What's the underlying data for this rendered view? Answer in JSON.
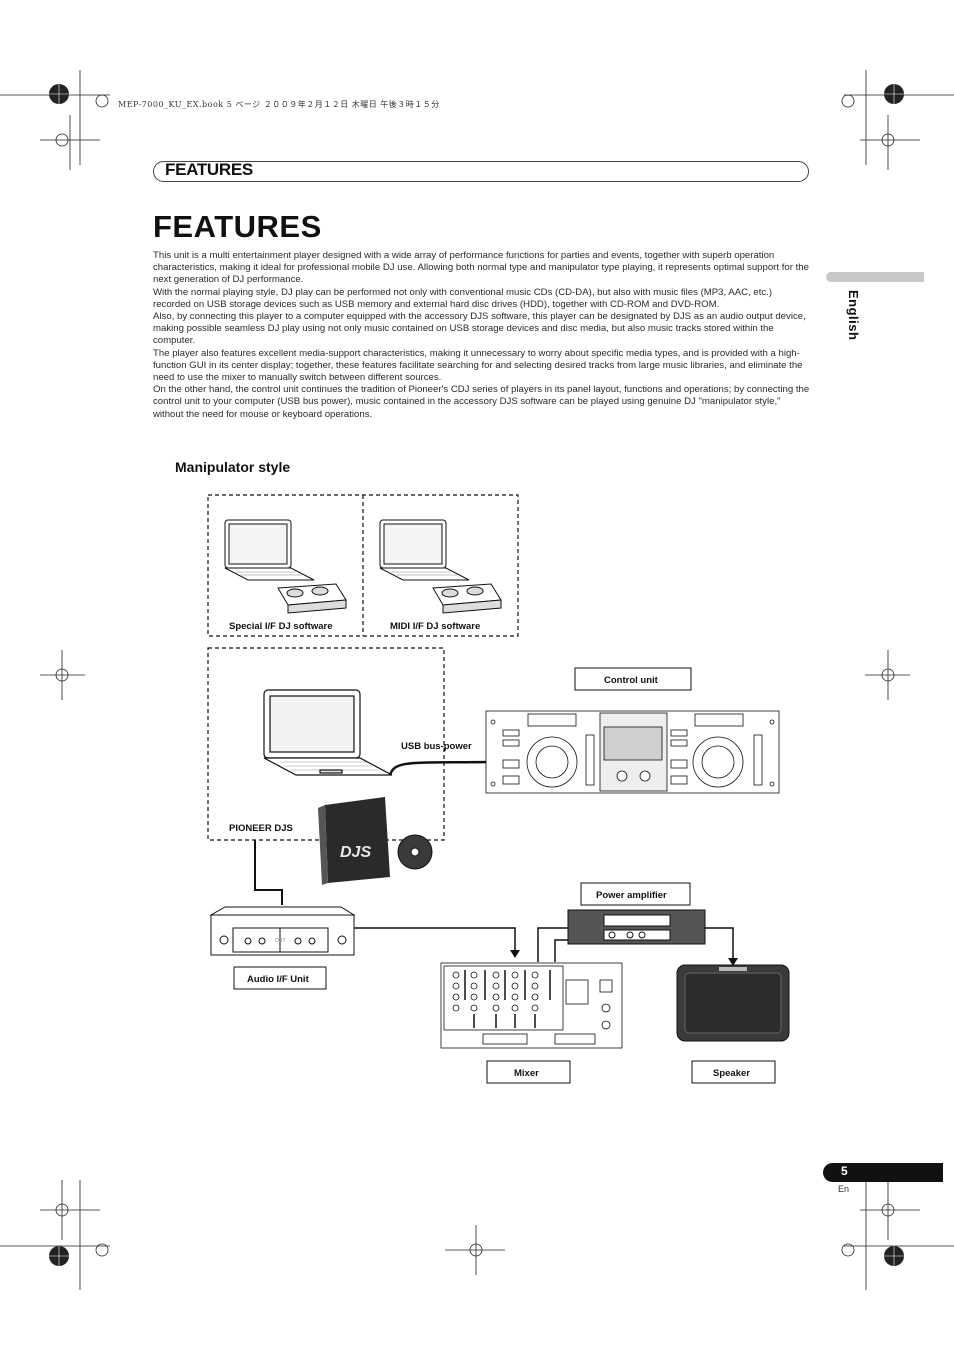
{
  "print_meta": "MEP-7000_KU_EX.book  5 ページ  ２００９年２月１２日  木曜日  午後３時１５分",
  "header": {
    "section_label": "FEATURES"
  },
  "page_title": "FEATURES",
  "paragraphs": [
    "This unit is a multi entertainment player designed with a wide array of performance functions for parties and events, together with superb operation characteristics, making it ideal for professional mobile DJ use. Allowing both normal type and manipulator type playing, it represents optimal support for the next generation of DJ performance.",
    "With the normal playing style, DJ play can be performed not only with conventional music CDs (CD-DA), but also with music files (MP3, AAC, etc.) recorded on USB storage devices such as USB memory and external hard disc drives (HDD), together with CD-ROM and DVD-ROM.",
    "Also, by connecting this player to a computer equipped with the accessory DJS software, this player can be designated by DJS as an audio output device, making possible seamless DJ play using not only music contained on USB storage devices and disc media, but also music tracks stored within the computer.",
    "The player also features excellent media-support characteristics, making it unnecessary to worry about specific media types, and is provided with a high-function GUI in its center display; together, these features facilitate searching for and selecting desired tracks from large music libraries, and eliminate the need to use the mixer to manually switch between different sources.",
    "On the other hand, the control unit continues the tradition of Pioneer's CDJ series of players in its panel layout, functions and operations; by connecting the control unit to your computer (USB bus power), music contained in the accessory DJS software can be played using genuine DJ \"manipulator style,\" without the need for mouse or keyboard operations."
  ],
  "subheading": "Manipulator style",
  "diagram": {
    "special_if": "Special I/F DJ software",
    "midi_if": "MIDI I/F DJ software",
    "control_unit": "Control unit",
    "usb_bus_power": "USB bus-power",
    "pioneer_djs": "PIONEER DJS",
    "power_amplifier": "Power amplifier",
    "audio_if_unit": "Audio I/F Unit",
    "mixer": "Mixer",
    "speaker": "Speaker",
    "djs_logo": "DJS",
    "out_label": "OUT"
  },
  "sidebar": {
    "language": "English"
  },
  "footer": {
    "page_number": "5",
    "page_lang": "En"
  },
  "colors": {
    "ink": "#111111",
    "tab_gray": "#c8c8c8",
    "amp_fill": "#555555",
    "speaker_fill": "#3a3a3a"
  }
}
